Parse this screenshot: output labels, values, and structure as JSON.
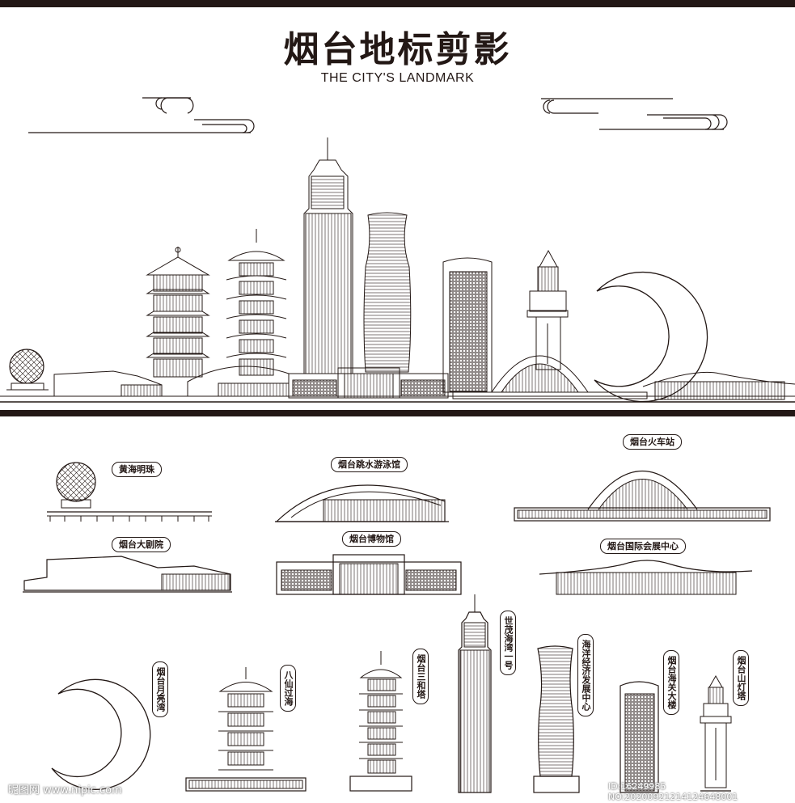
{
  "header": {
    "title": "烟台地标剪影",
    "subtitle": "THE CITY'S LANDMARK"
  },
  "landmarks": {
    "pearl": "黄海明珠",
    "diving": "烟台跳水游泳馆",
    "station": "烟台火车站",
    "theater": "烟台大剧院",
    "museum": "烟台博物馆",
    "expo": "烟台国际会展中心",
    "moon": "烟台月亮湾",
    "baxian": "八仙过海",
    "sanhe": "烟台三和塔",
    "shimao": "世茂海湾一号",
    "ocean": "海洋经济发展中心",
    "customs": "烟台海关大楼",
    "lighthouse": "烟台山灯塔"
  },
  "watermark": {
    "site": "昵图网 www.nipic.com",
    "id": "ID:16249985 NO:20200921214124648001"
  },
  "colors": {
    "ink": "#231815",
    "background": "#ffffff"
  }
}
